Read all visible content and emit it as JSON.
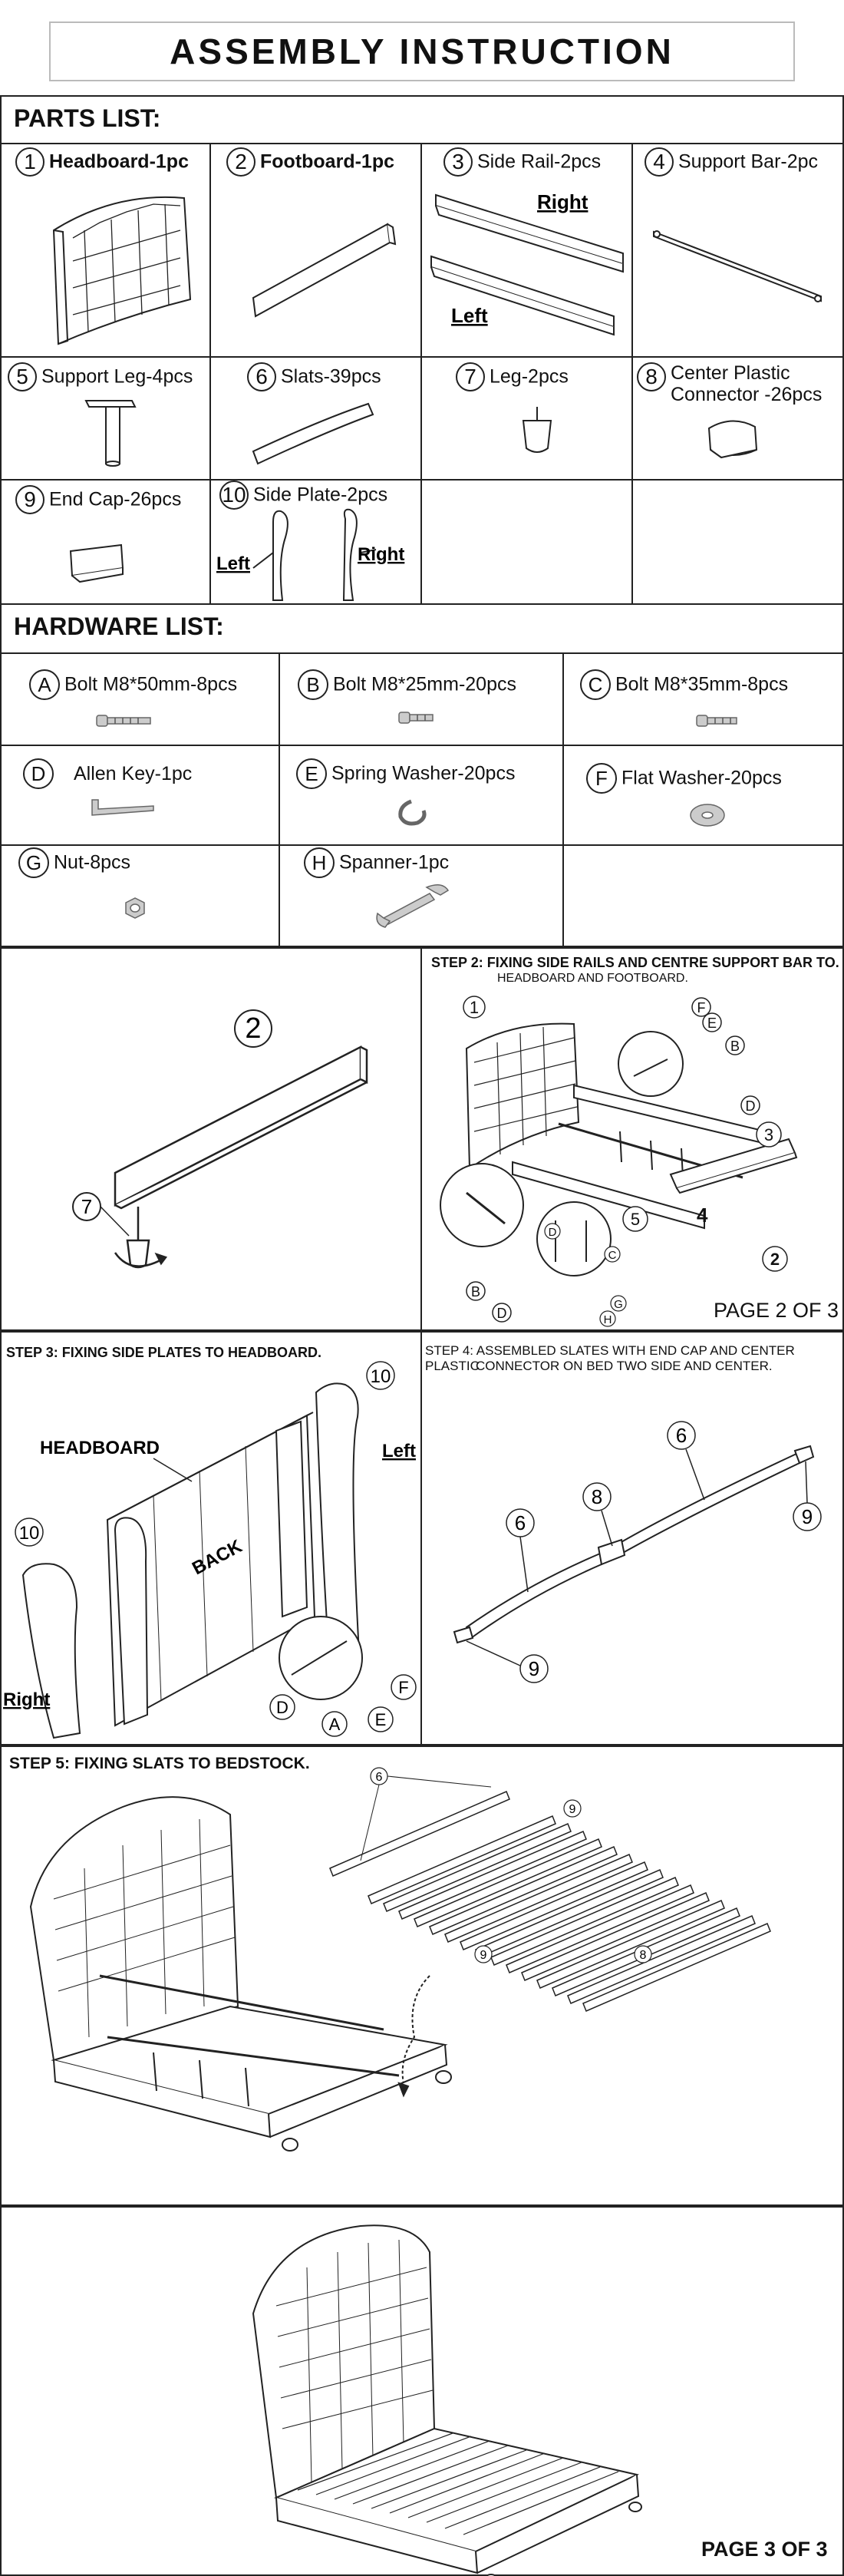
{
  "title": "ASSEMBLY INSTRUCTION",
  "parts": {
    "heading": "PARTS LIST:",
    "items": [
      {
        "num": "1",
        "label": "Headboard-1pc"
      },
      {
        "num": "2",
        "label": "Footboard-1pc"
      },
      {
        "num": "3",
        "label": "Side Rail-2pcs"
      },
      {
        "num": "4",
        "label": "Support Bar-2pc"
      },
      {
        "num": "5",
        "label": "Support Leg-4pcs"
      },
      {
        "num": "6",
        "label": "Slats-39pcs"
      },
      {
        "num": "7",
        "label": "Leg-2pcs"
      },
      {
        "num": "8",
        "label": "Center Plastic Connector -26pcs"
      },
      {
        "num": "9",
        "label": "End Cap-26pcs"
      },
      {
        "num": "10",
        "label": "Side Plate-2pcs"
      }
    ],
    "rail_right": "Right",
    "rail_left": "Left",
    "plate_left": "Left",
    "plate_right": "Right"
  },
  "hardware": {
    "heading": "HARDWARE LIST:",
    "items": [
      {
        "letter": "A",
        "label": "Bolt M8*50mm-8pcs"
      },
      {
        "letter": "B",
        "label": "Bolt M8*25mm-20pcs"
      },
      {
        "letter": "C",
        "label": "Bolt M8*35mm-8pcs"
      },
      {
        "letter": "D",
        "label": "Allen Key-1pc"
      },
      {
        "letter": "E",
        "label": "Spring Washer-20pcs"
      },
      {
        "letter": "F",
        "label": "Flat Washer-20pcs"
      },
      {
        "letter": "G",
        "label": "Nut-8pcs"
      },
      {
        "letter": "H",
        "label": "Spanner-1pc"
      }
    ]
  },
  "step1": {
    "label_2": "2",
    "label_7": "7"
  },
  "step2": {
    "title": "STEP 2: FIXING SIDE RAILS AND CENTRE SUPPORT BAR TO.",
    "subtitle": "HEADBOARD AND FOOTBOARD.",
    "callouts": [
      "1",
      "F",
      "E",
      "B",
      "D",
      "3",
      "4",
      "5",
      "2",
      "B",
      "D",
      "D",
      "C",
      "G",
      "H"
    ]
  },
  "page2": "PAGE 2 OF 3",
  "step3": {
    "title": "STEP 3: FIXING SIDE PLATES  TO HEADBOARD.",
    "headboard": "HEADBOARD",
    "back": "BACK",
    "left": "Left",
    "right": "Right",
    "n10a": "10",
    "n10b": "10",
    "letters": [
      "D",
      "A",
      "E",
      "F"
    ]
  },
  "step4": {
    "title": "STEP 4: ASSEMBLED SLATES WITH END CAP AND CENTER PLASTIC",
    "subtitle": "CONNECTOR ON BED TWO SIDE AND CENTER.",
    "callouts": [
      "6",
      "8",
      "6",
      "9",
      "9"
    ]
  },
  "step5": {
    "title": "STEP 5: FIXING SLATS TO BEDSTOCK.",
    "callouts": [
      "6",
      "9",
      "9",
      "8"
    ]
  },
  "page3": "PAGE 3 OF 3"
}
